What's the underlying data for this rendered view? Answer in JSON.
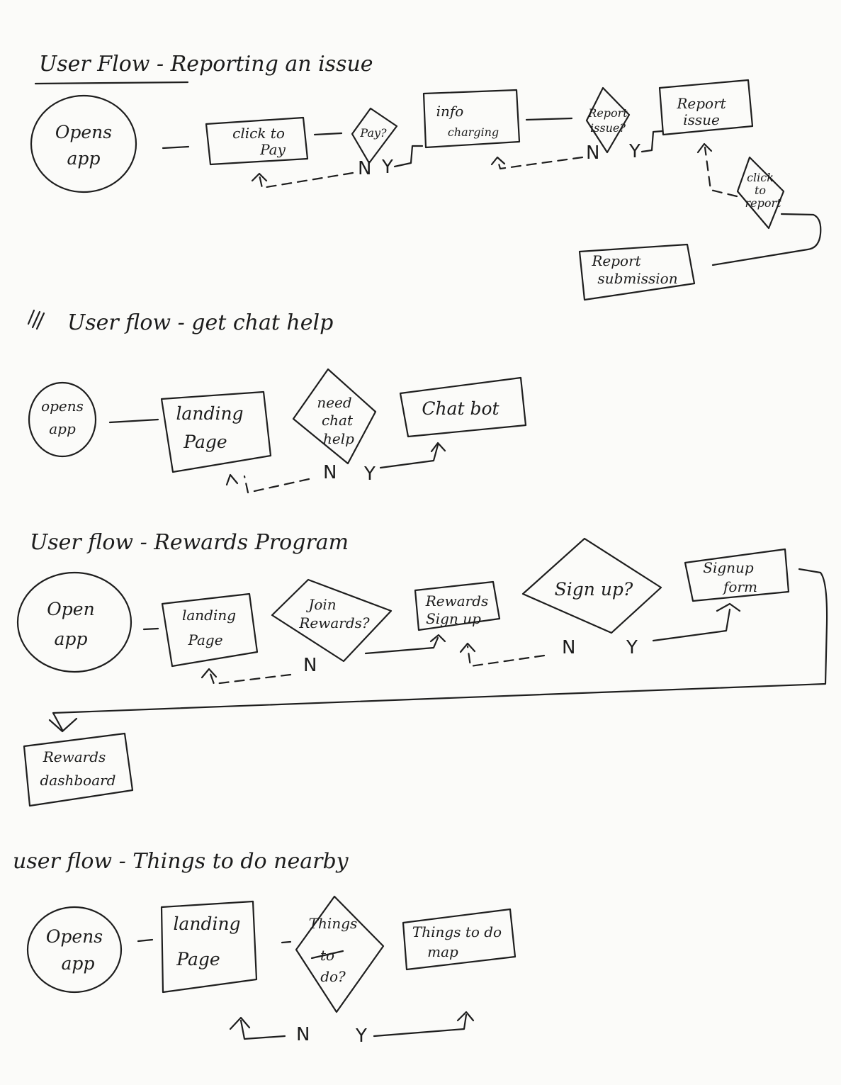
{
  "flows": {
    "reporting": {
      "title": "User Flow - Reporting an issue",
      "opens_app": [
        "Opens",
        "app"
      ],
      "click_to_pay": [
        "click to",
        "Pay"
      ],
      "pay_decision": "Pay?",
      "info_charging": [
        "info",
        "charging"
      ],
      "report_issue_decision": [
        "Report",
        "issue?"
      ],
      "report_issue": [
        "Report",
        "issue"
      ],
      "click_to_report": [
        "click",
        "to",
        "report"
      ],
      "report_submission": [
        "Report",
        "submission"
      ],
      "no": "N",
      "yes": "Y"
    },
    "chat": {
      "title": "User flow - get chat help",
      "opens_app": [
        "opens",
        "app"
      ],
      "landing_page": [
        "landing",
        "Page"
      ],
      "need_chat_help": [
        "need",
        "chat",
        "help"
      ],
      "chatbot": "Chat bot",
      "no": "N",
      "yes": "Y"
    },
    "rewards": {
      "title": "User flow - Rewards Program",
      "opens_app": [
        "Open",
        "app"
      ],
      "landing_page": [
        "landing",
        "Page"
      ],
      "join_rewards": [
        "Join",
        "Rewards?"
      ],
      "rewards_sign_up": [
        "Rewards",
        "Sign up"
      ],
      "sign_up_decision": "Sign up?",
      "signup_form": [
        "Signup",
        "form"
      ],
      "rewards_dashboard": [
        "Rewards",
        "dashboard"
      ],
      "no": "N",
      "yes": "Y"
    },
    "things": {
      "title": "user flow - Things to do nearby",
      "opens_app": [
        "Opens",
        "app"
      ],
      "landing_page": [
        "landing",
        "Page"
      ],
      "things_to_do_decision": [
        "Things",
        "to",
        "do?"
      ],
      "things_to_do_map": [
        "Things to do",
        "map"
      ],
      "no": "N",
      "yes": "Y"
    }
  }
}
